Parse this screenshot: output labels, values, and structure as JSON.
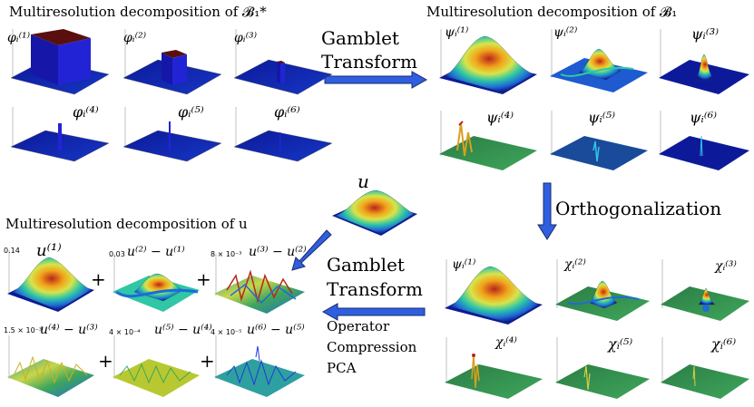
{
  "titles": {
    "phi_section": "Multiresolution decomposition of 𝓑₁*",
    "psi_section": "Multiresolution decomposition of 𝓑₁",
    "u_section": "Multiresolution decomposition of u"
  },
  "steps": {
    "gamblet_transform_1a": "Gamblet",
    "gamblet_transform_1b": "Transform",
    "orthogonalization": "Orthogonalization",
    "gamblet_transform_2a": "Gamblet",
    "gamblet_transform_2b": "Transform",
    "operator": "Operator",
    "compression": "Compression",
    "pca": "PCA"
  },
  "phi_labels": [
    "φᵢ⁽¹⁾",
    "φᵢ⁽²⁾",
    "φᵢ⁽³⁾",
    "φᵢ⁽⁴⁾",
    "φᵢ⁽⁵⁾",
    "φᵢ⁽⁶⁾"
  ],
  "psi_labels": [
    "ψᵢ⁽¹⁾",
    "ψᵢ⁽²⁾",
    "ψᵢ⁽³⁾",
    "ψᵢ⁽⁴⁾",
    "ψᵢ⁽⁵⁾",
    "ψᵢ⁽⁶⁾"
  ],
  "chi_labels": [
    "ψᵢ⁽¹⁾",
    "χᵢ⁽²⁾",
    "χᵢ⁽³⁾",
    "χᵢ⁽⁴⁾",
    "χᵢ⁽⁵⁾",
    "χᵢ⁽⁶⁾"
  ],
  "u_label": "u",
  "u_terms": [
    "u⁽¹⁾",
    "u⁽²⁾ − u⁽¹⁾",
    "u⁽³⁾ − u⁽²⁾",
    "u⁽⁴⁾ − u⁽³⁾",
    "u⁽⁵⁾ − u⁽⁴⁾",
    "u⁽⁶⁾ − u⁽⁵⁾"
  ],
  "u_scales": [
    "0.14",
    "0.03",
    "8 × 10⁻³",
    "1.5 × 10⁻³",
    "4 × 10⁻⁴",
    "4 × 10⁻⁵"
  ],
  "plus_sign": "+",
  "colors": {
    "arrow_fill": "#2f5fe0",
    "arrow_stroke": "#1a2a6c",
    "phi_fill": "#1e1ea8",
    "surface_low": "#0a1a8c",
    "surface_mid": "#2fc7a5",
    "surface_high": "#b8261a",
    "green_plane": "#2f8a4a"
  }
}
